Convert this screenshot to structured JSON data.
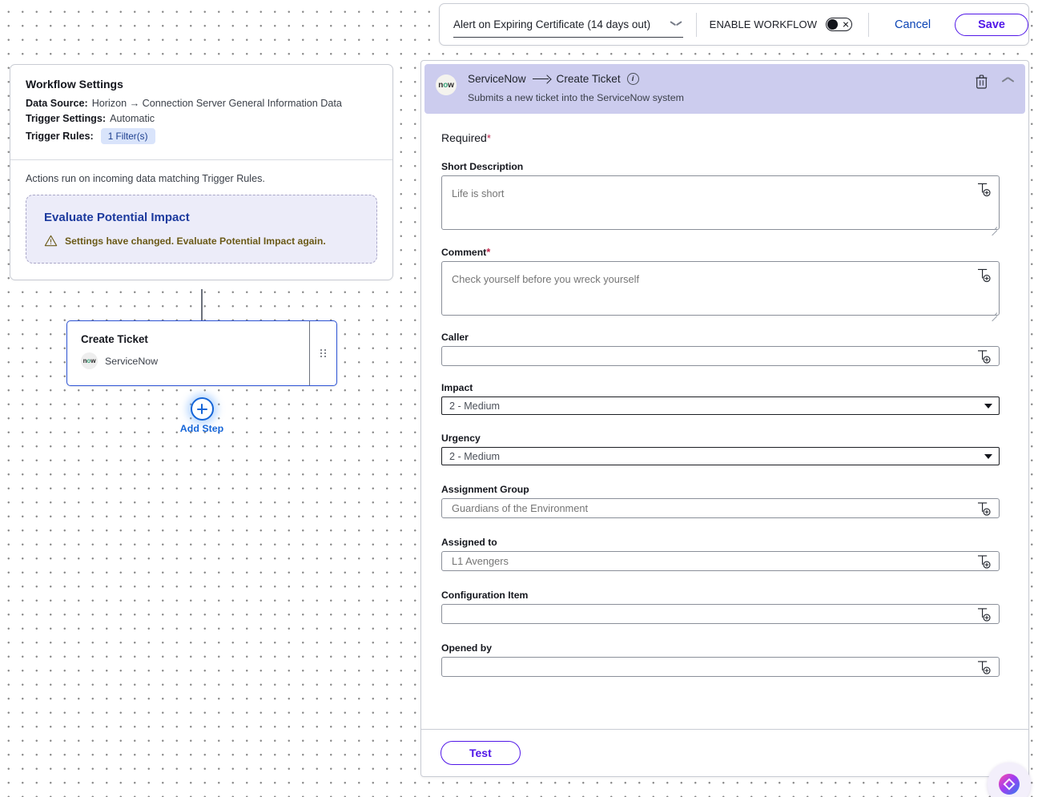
{
  "topbar": {
    "workflow_name": "Alert on Expiring Certificate (14 days out)",
    "enable_label": "ENABLE WORKFLOW",
    "enable_state": "off",
    "cancel_label": "Cancel",
    "save_label": "Save"
  },
  "settings": {
    "title": "Workflow Settings",
    "data_source_key": "Data Source:",
    "data_source_value": "Horizon → Connection Server General Information Data",
    "trigger_settings_key": "Trigger Settings:",
    "trigger_settings_value": "Automatic",
    "trigger_rules_key": "Trigger Rules:",
    "trigger_rules_value": "1 Filter(s)",
    "actions_note": "Actions run on incoming data matching Trigger Rules.",
    "impact_title": "Evaluate Potential Impact",
    "impact_warning": "Settings have changed. Evaluate Potential Impact again."
  },
  "node": {
    "title": "Create Ticket",
    "integration": "ServiceNow",
    "badge_text_pre": "n",
    "badge_text_o": "o",
    "badge_text_post": "w"
  },
  "add_step": {
    "label": "Add Step"
  },
  "panel": {
    "breadcrumb_source": "ServiceNow",
    "breadcrumb_action": "Create Ticket",
    "description": "Submits a new ticket into the ServiceNow system",
    "required_heading": "Required",
    "required_star": "*",
    "test_label": "Test",
    "fields": [
      {
        "label": "Short Description",
        "required": false,
        "type": "textarea",
        "value": "Life is short"
      },
      {
        "label": "Comment",
        "required": true,
        "type": "textarea",
        "value": "Check yourself before you wreck yourself"
      },
      {
        "label": "Caller",
        "required": false,
        "type": "text",
        "value": ""
      },
      {
        "label": "Impact",
        "required": false,
        "type": "select",
        "value": "2 - Medium"
      },
      {
        "label": "Urgency",
        "required": false,
        "type": "select",
        "value": "2 - Medium"
      },
      {
        "label": "Assignment Group",
        "required": false,
        "type": "text",
        "value": "Guardians of the Environment"
      },
      {
        "label": "Assigned to",
        "required": false,
        "type": "text",
        "value": "L1 Avengers"
      },
      {
        "label": "Configuration Item",
        "required": false,
        "type": "text",
        "value": ""
      },
      {
        "label": "Opened by",
        "required": false,
        "type": "text",
        "value": ""
      }
    ]
  },
  "colors": {
    "accent_purple": "#5117e8",
    "accent_blue": "#1565d8",
    "node_border": "#2c53d4",
    "panel_head_bg": "#ccccee",
    "impact_bg": "#ececf9",
    "warn_text": "#6b5a18",
    "pill_bg": "#d9e4fb"
  }
}
